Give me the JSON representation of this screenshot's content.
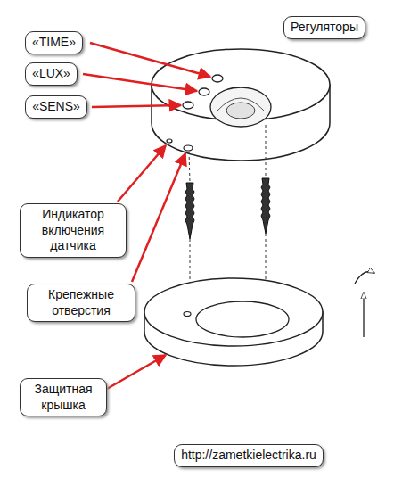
{
  "diagram": {
    "nodes": [
      {
        "text": [
          "Регуляторы"
        ]
      },
      {
        "text": [
          "«TIME»"
        ]
      },
      {
        "text": [
          "«LUX»"
        ]
      },
      {
        "text": [
          "«SENS»"
        ]
      },
      {
        "text": [
          "Индикатор включения датчика"
        ]
      },
      {
        "text": [
          "Крепежные отверстия"
        ]
      },
      {
        "text": [
          "Защитная крышка"
        ]
      },
      {
        "text": [
          "http://zametkielectrika.ru"
        ]
      }
    ]
  }
}
